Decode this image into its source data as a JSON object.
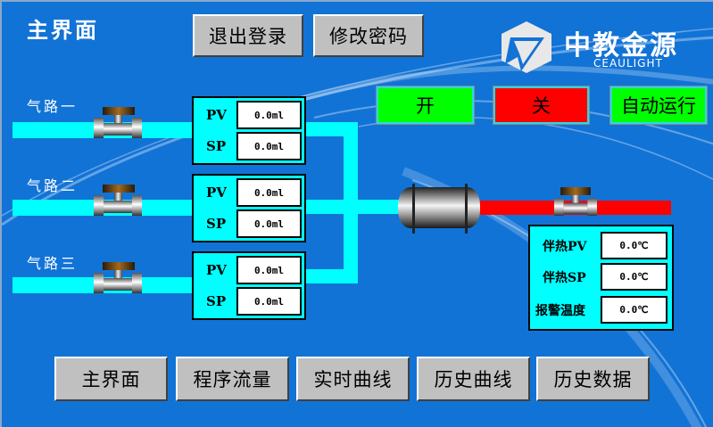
{
  "header": {
    "title": "主界面",
    "logout_label": "退出登录",
    "change_password_label": "修改密码"
  },
  "logo": {
    "name_cn": "中教金源",
    "name_en": "CEAULIGHT"
  },
  "controls": {
    "on_label": "开",
    "off_label": "关",
    "auto_label": "自动运行",
    "on_color": "#00ff00",
    "off_color": "#ff0000",
    "auto_color": "#00ff00"
  },
  "gas_lines": [
    {
      "label": "气路一",
      "pv_label": "PV",
      "pv_value": "0.0ml",
      "sp_label": "SP",
      "sp_value": "0.0ml"
    },
    {
      "label": "气路二",
      "pv_label": "PV",
      "pv_value": "0.0ml",
      "sp_label": "SP",
      "sp_value": "0.0ml"
    },
    {
      "label": "气路三",
      "pv_label": "PV",
      "pv_value": "0.0ml",
      "sp_label": "SP",
      "sp_value": "0.0ml"
    }
  ],
  "heating": {
    "pv_label": "伴热PV",
    "pv_value": "0.0℃",
    "sp_label": "伴热SP",
    "sp_value": "0.0℃",
    "alarm_label": "报警温度",
    "alarm_value": "0.0℃"
  },
  "nav": {
    "items": [
      {
        "label": "主界面"
      },
      {
        "label": "程序流量"
      },
      {
        "label": "实时曲线"
      },
      {
        "label": "历史曲线"
      },
      {
        "label": "历史数据"
      }
    ]
  },
  "colors": {
    "background": "#1273d6",
    "gas_pipe": "#00ffff",
    "heated_pipe": "#ff0000",
    "panel": "#00ffff"
  }
}
